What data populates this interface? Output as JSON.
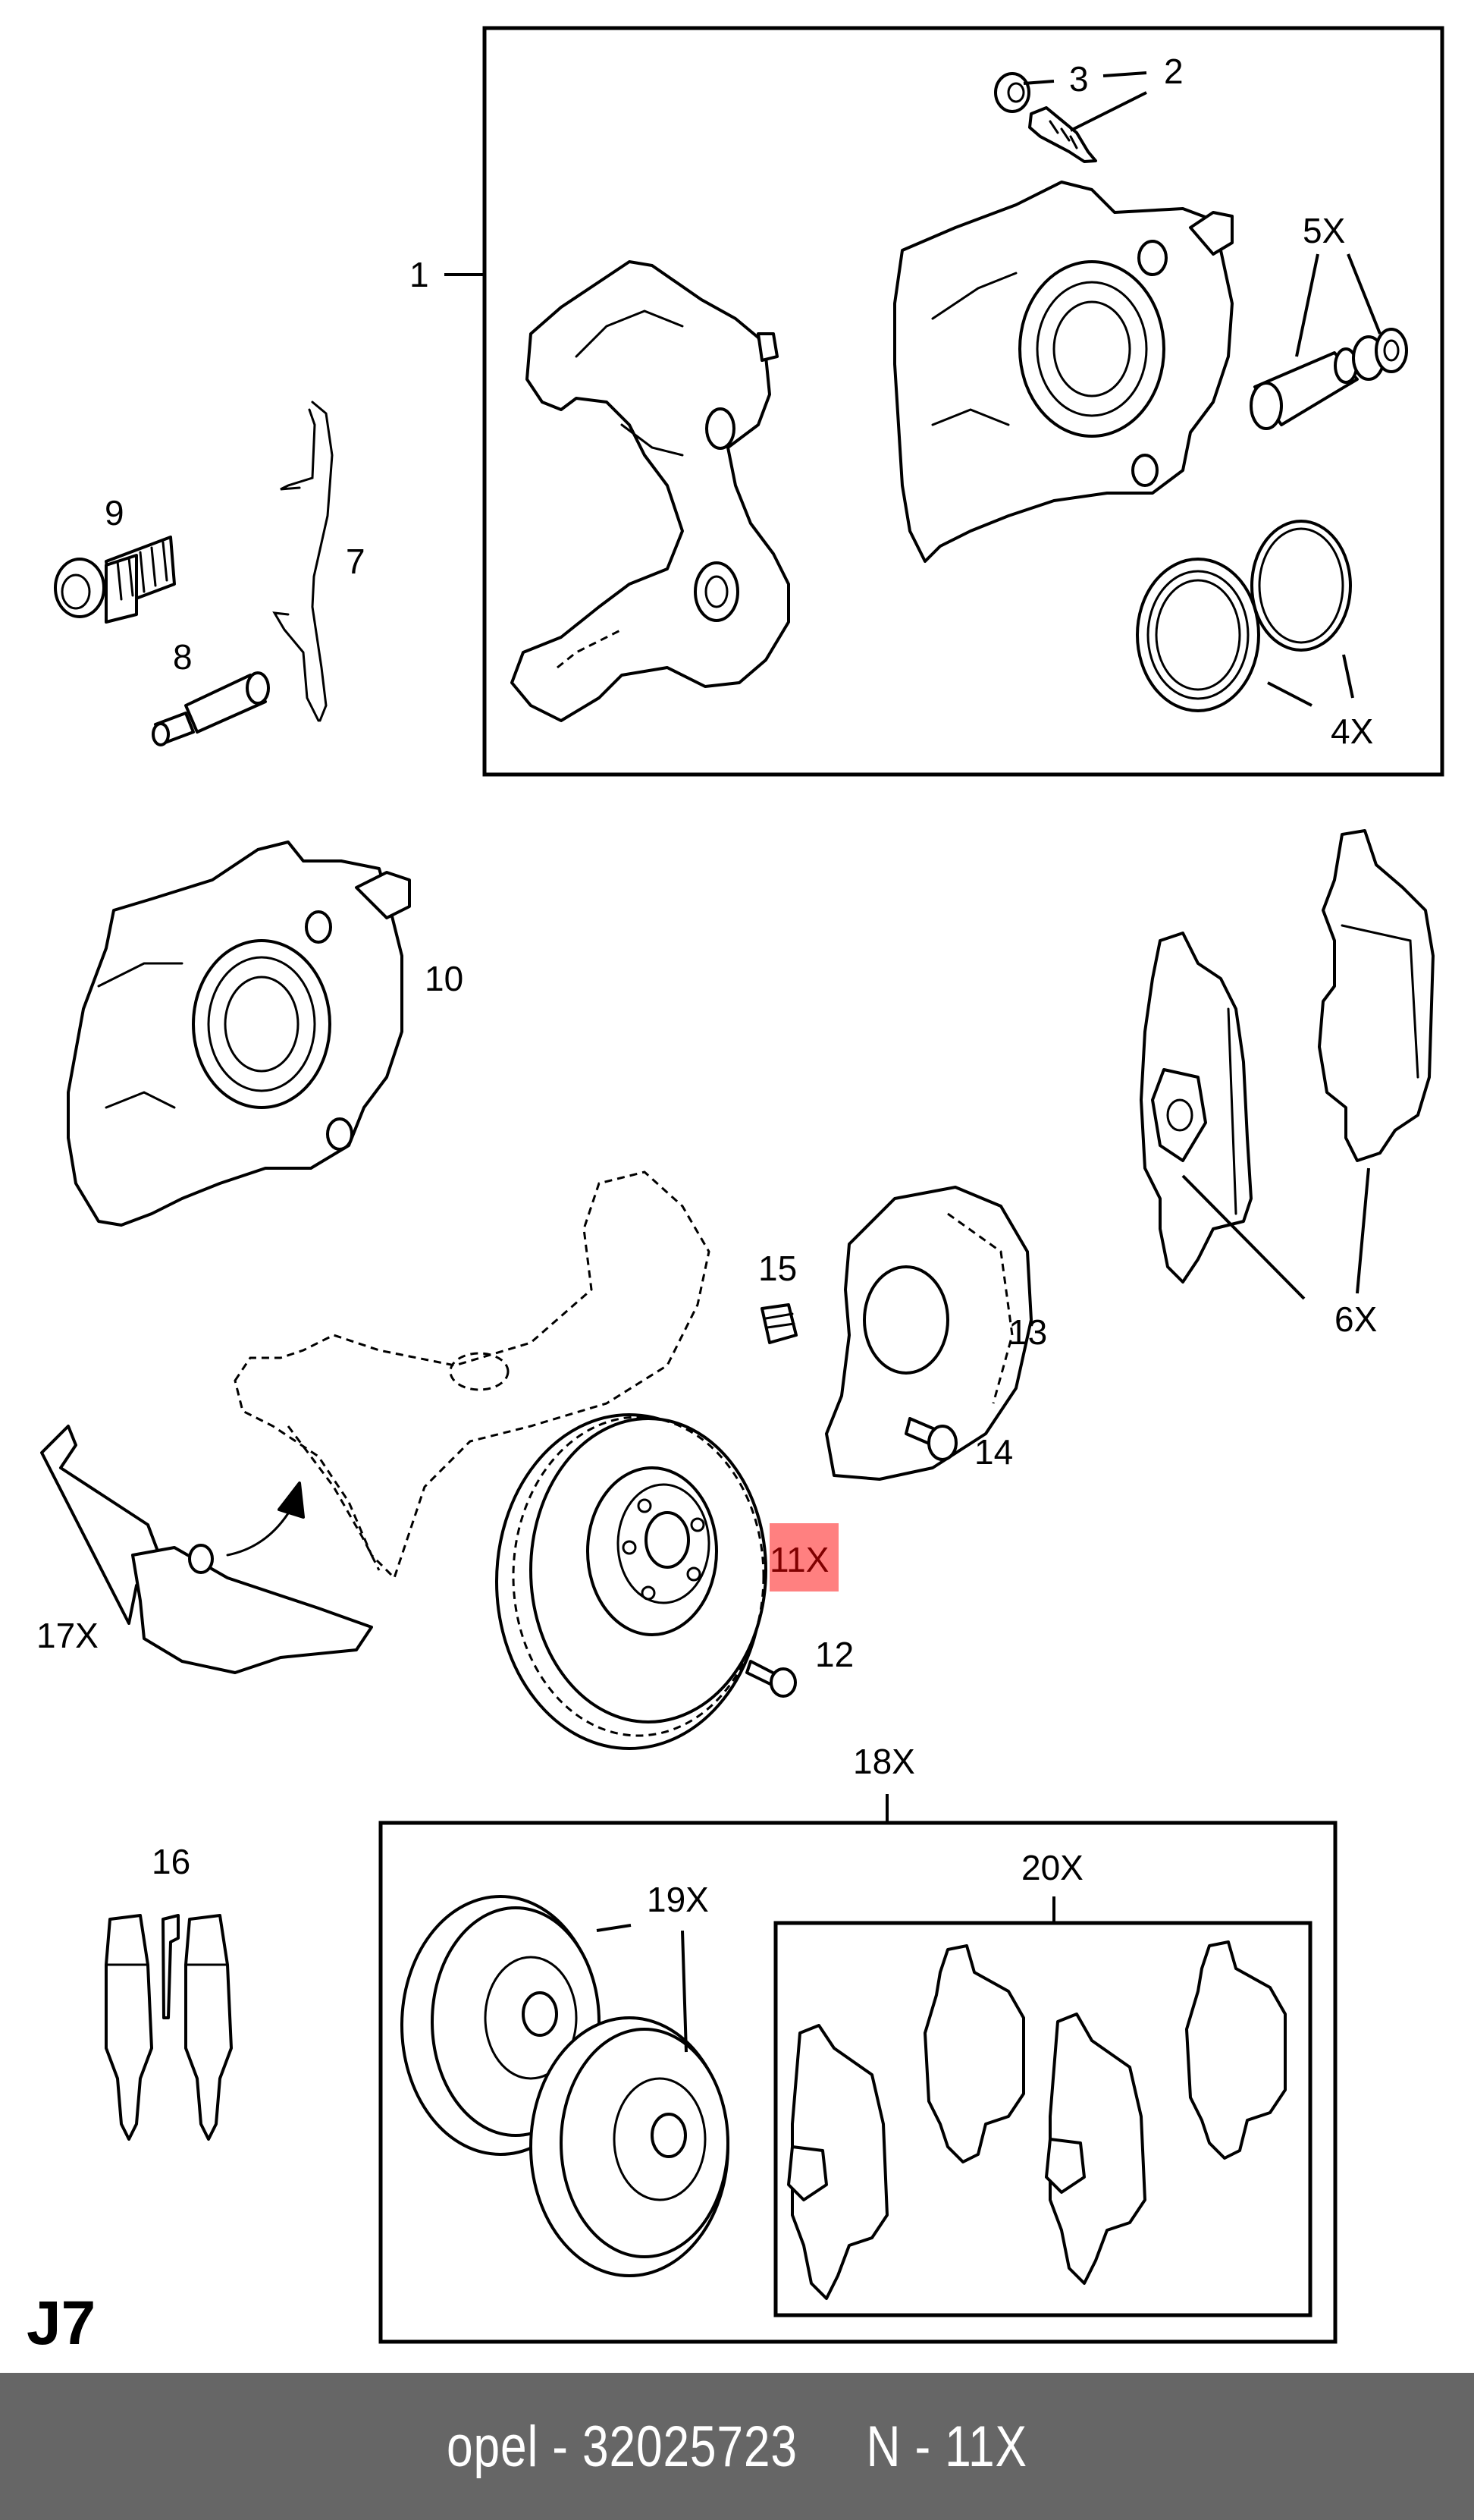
{
  "diagram": {
    "page_code": "J7",
    "highlight_color": "#ff8080",
    "highlight_text_color": "#800000",
    "callouts": {
      "c1": "1",
      "c2": "2",
      "c3": "3",
      "c4": "4X",
      "c5": "5X",
      "c6": "6X",
      "c7": "7",
      "c8": "8",
      "c9": "9",
      "c10": "10",
      "c11": "11X",
      "c12": "12",
      "c13": "13",
      "c14": "14",
      "c15": "15",
      "c16": "16",
      "c17": "17X",
      "c18": "18X",
      "c19": "19X",
      "c20": "20X"
    },
    "highlighted_callout": "11X"
  },
  "footer": {
    "brand": "opel",
    "part_number": "32025723",
    "position": "N - 11X",
    "text": "opel - 32025723     N - 11X",
    "background": "#666666"
  }
}
